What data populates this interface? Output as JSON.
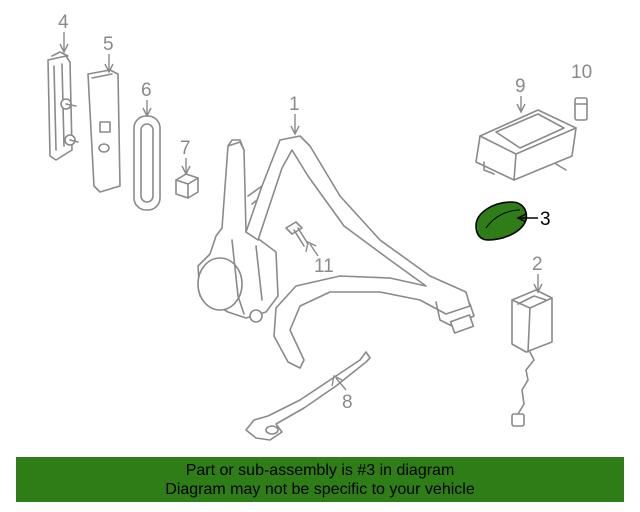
{
  "callouts": {
    "c1": "1",
    "c2": "2",
    "c3": "3",
    "c4": "4",
    "c5": "5",
    "c6": "6",
    "c7": "7",
    "c8": "8",
    "c9": "9",
    "c10": "10",
    "c11": "11"
  },
  "highlight": {
    "part": "3",
    "color": "#2e7d16"
  },
  "footer": {
    "line1": "Part or sub-assembly is #3 in diagram",
    "line2": "Diagram may not be specific to your vehicle",
    "background": "#2e7d16"
  }
}
